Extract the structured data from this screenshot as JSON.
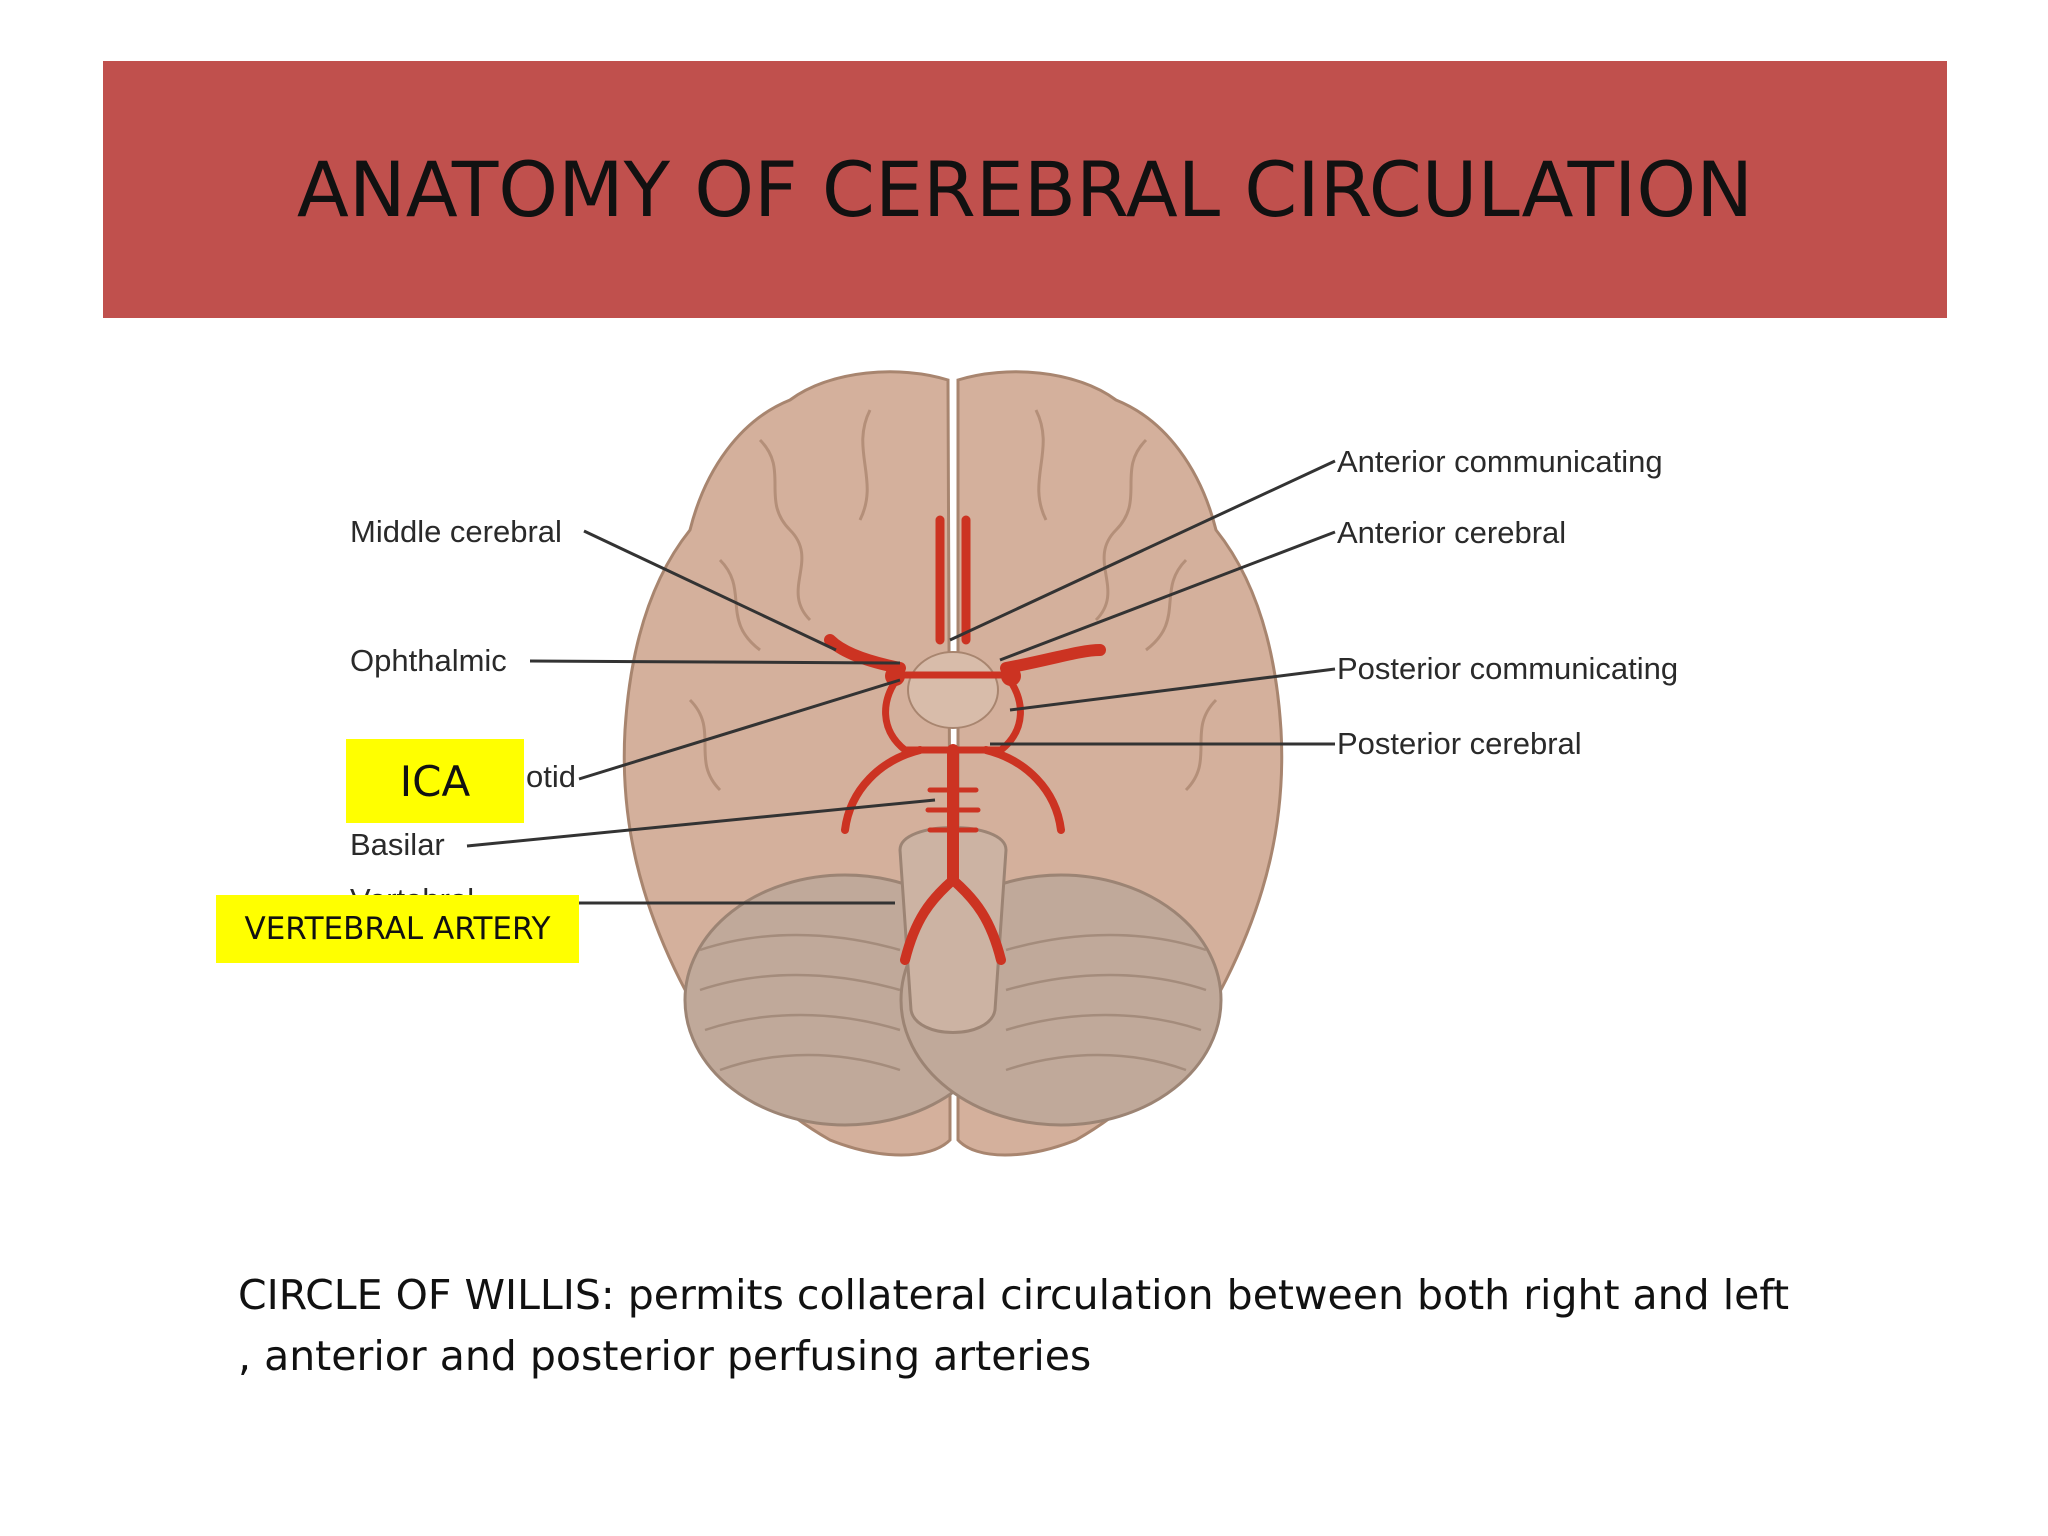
{
  "slide": {
    "title": "ANATOMY OF CEREBRAL CIRCULATION",
    "caption_line1": "CIRCLE OF WILLIS: permits collateral circulation between both right and left",
    "caption_line2": ", anterior and posterior perfusing arteries"
  },
  "diagram": {
    "labels_left": {
      "middle_cerebral": "Middle cerebral",
      "ophthalmic": "Ophthalmic",
      "carotid_partial": "otid",
      "basilar": "Basilar",
      "vertebral_partial": "Vertebral"
    },
    "labels_right": {
      "anterior_communicating": "Anterior communicating",
      "anterior_cerebral": "Anterior cerebral",
      "posterior_communicating": "Posterior communicating",
      "posterior_cerebral": "Posterior cerebral"
    },
    "highlights": {
      "ica": "ICA",
      "vertebral_artery": "VERTEBRAL ARTERY"
    },
    "colors": {
      "brain": "#d4b09c",
      "brain_outline": "#a8856f",
      "cerebellum": "#c0a99a",
      "artery": "#cc3322",
      "highlight": "#ffff00",
      "title_band": "#c0504d"
    }
  }
}
